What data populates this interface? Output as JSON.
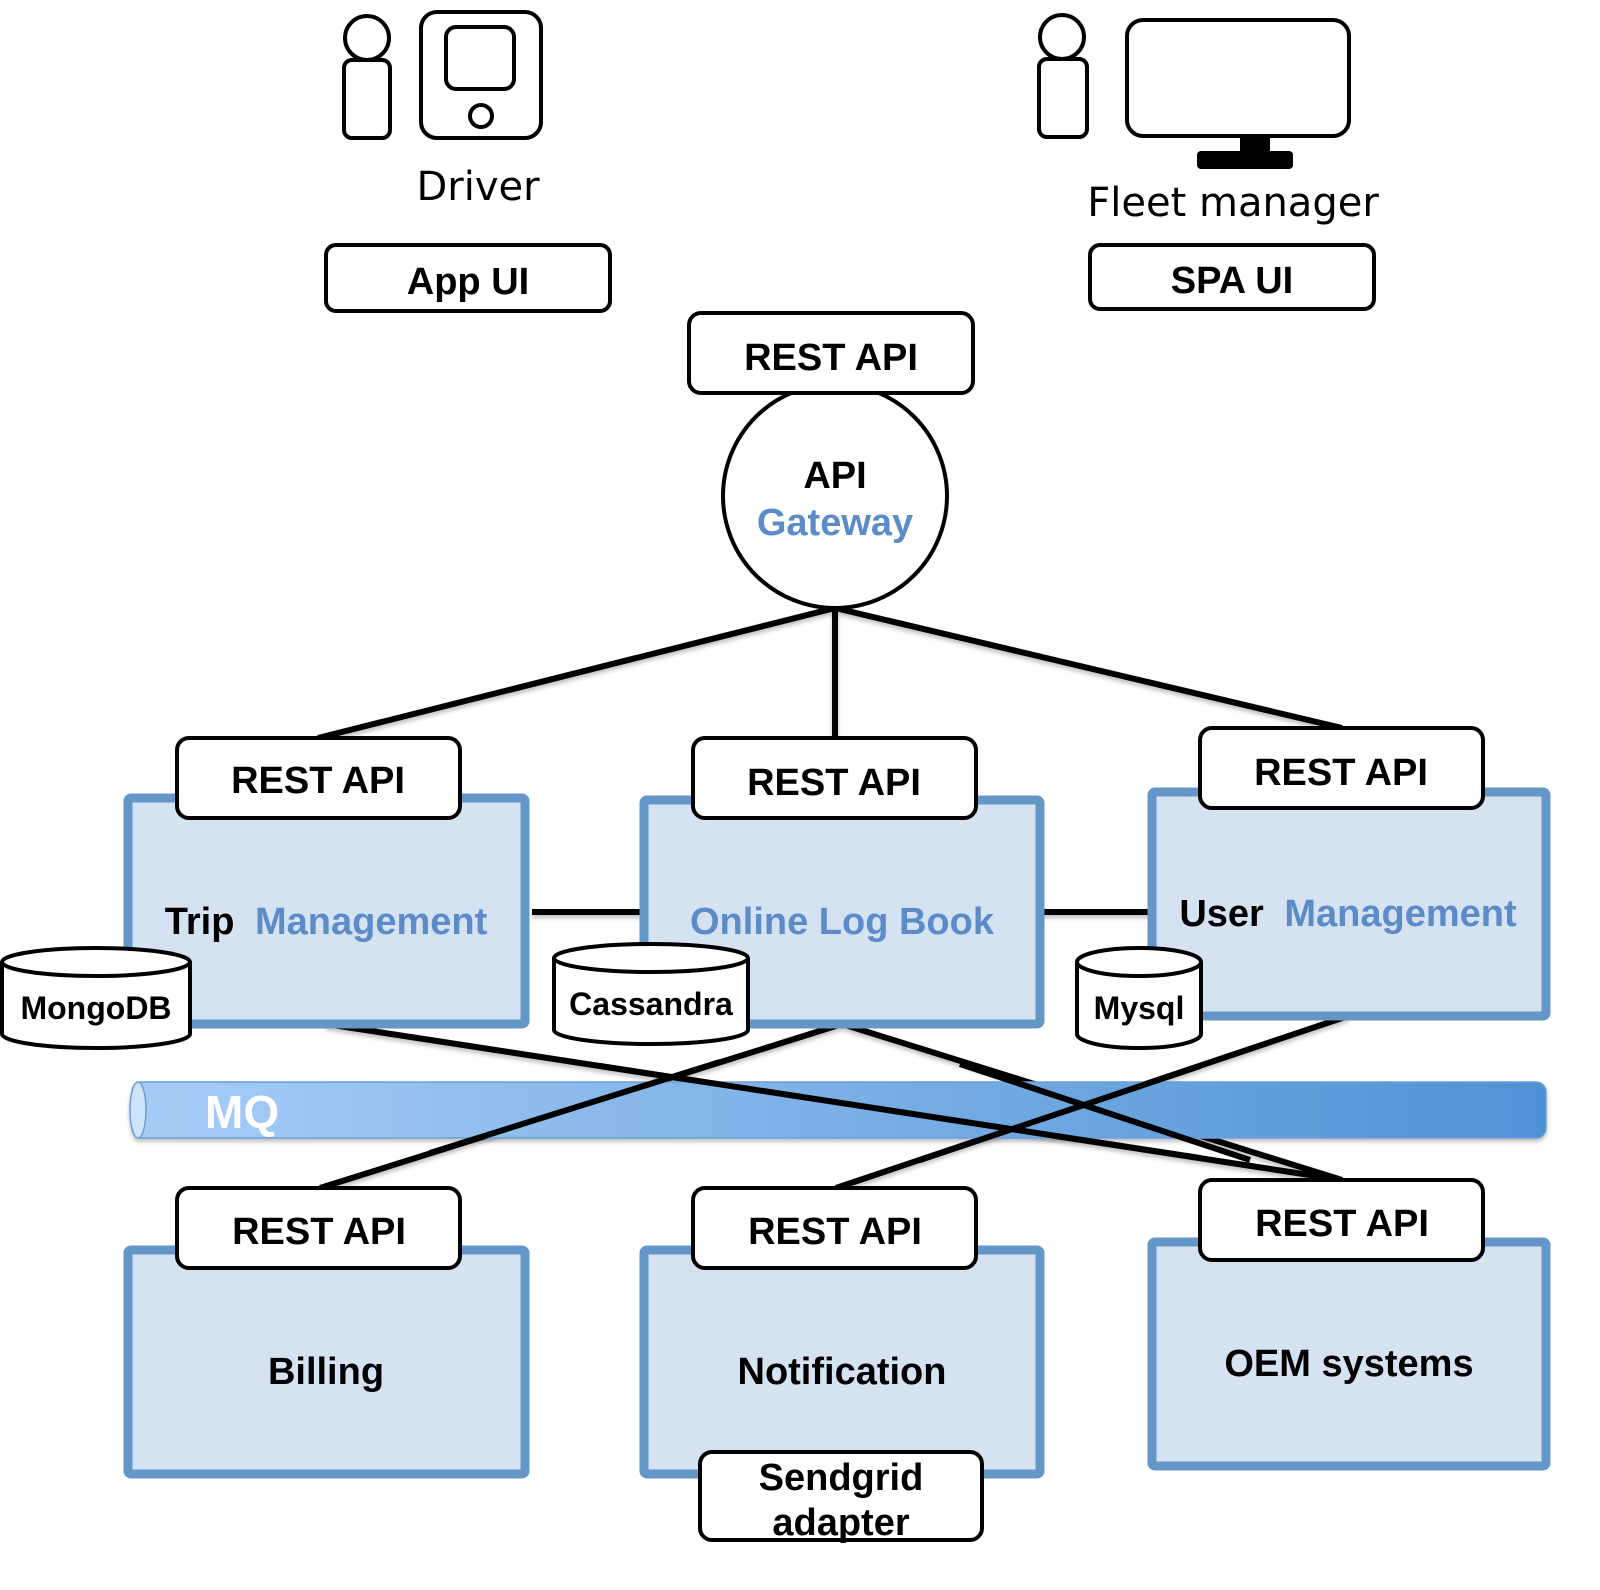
{
  "colors": {
    "service_fill": "#d5e2f2",
    "service_border": "#6496c8",
    "accent_text": "#5b8cc8",
    "line": "#000000",
    "mq_start": "#a7cdf7",
    "mq_end": "#4f92d4",
    "mq_text": "#ffffff"
  },
  "actors": {
    "driver": {
      "label": "Driver",
      "device_icon": "tablet-icon",
      "ui_label": "App UI"
    },
    "fleet_manager": {
      "label": "Fleet manager",
      "device_icon": "monitor-icon",
      "ui_label": "SPA UI"
    }
  },
  "gateway": {
    "api_label": "REST API",
    "title_part1": "API",
    "title_part2": "Gateway"
  },
  "services_top": [
    {
      "id": "trip",
      "api_label": "REST API",
      "name_part1": "Trip",
      "name_part2": "Management",
      "database": "MongoDB"
    },
    {
      "id": "logbook",
      "api_label": "REST API",
      "name_part1": "",
      "name_part2": "Online Log Book",
      "database": "Cassandra"
    },
    {
      "id": "user",
      "api_label": "REST API",
      "name_part1": "User",
      "name_part2": "Management",
      "database": "Mysql"
    }
  ],
  "message_queue": {
    "label": "MQ"
  },
  "services_bottom": [
    {
      "id": "billing",
      "api_label": "REST API",
      "name": "Billing"
    },
    {
      "id": "notification",
      "api_label": "REST API",
      "name": "Notification",
      "adapter_line1": "Sendgrid",
      "adapter_line2": "adapter"
    },
    {
      "id": "oem",
      "api_label": "REST API",
      "name": "OEM systems"
    }
  ]
}
